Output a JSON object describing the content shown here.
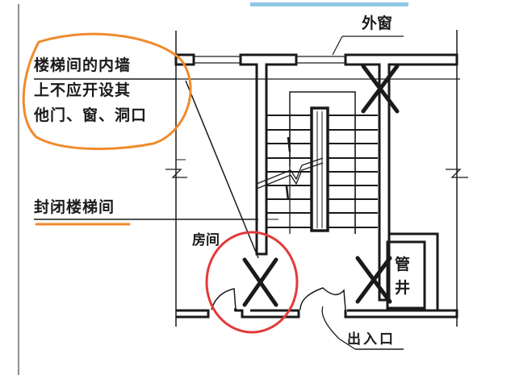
{
  "diagram": {
    "title": "封闭楼梯间",
    "annotation_note": {
      "lines": [
        "楼梯间的内墙",
        "上不应开设其",
        "他门、窗、洞口"
      ],
      "highlight_color": "#f08a2c"
    },
    "labels": {
      "outer_window": "外窗",
      "closed_staircase": "封闭楼梯间",
      "room": "房间",
      "pipe_shaft_line1": "管",
      "pipe_shaft_line2": "井",
      "entrance": "出入口"
    },
    "markers": {
      "prohibited_openings": 3,
      "prohibited_symbol": "X",
      "circle_highlight_color": "#e23a3a"
    },
    "colors": {
      "line": "#1a1a1a",
      "top_bar": "#8fc8e6",
      "orange_annotation": "#f08a2c",
      "red_circle": "#e23a3a"
    }
  }
}
